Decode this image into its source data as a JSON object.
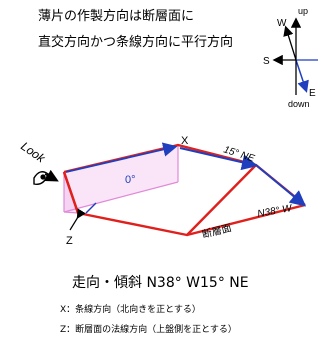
{
  "heading": {
    "line1": "薄片の作製方向は断層面に",
    "line2": "直交方向かつ条線方向に平行方向"
  },
  "compass": {
    "up": "up",
    "w": "W",
    "s": "S",
    "e": "E",
    "down": "down"
  },
  "diagram": {
    "look": "Look",
    "x": "X",
    "z": "Z",
    "angle": "0°",
    "trend": "15° NE",
    "strike_dip": "N38° W",
    "fault_plane": "断層面"
  },
  "caption": "走向・傾斜 N38° W15° NE",
  "notes": [
    "X：条線方向（北向きを正とする）",
    "Z：断層面の法線方向（上盤側を正とする）"
  ],
  "colors": {
    "red": "#e0201c",
    "blue": "#1f3fbf",
    "pink": "#f2c6ee"
  }
}
